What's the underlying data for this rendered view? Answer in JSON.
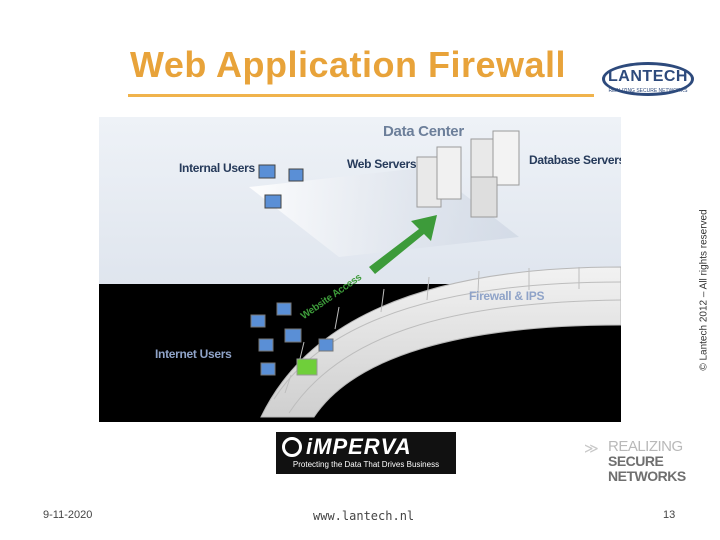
{
  "slide": {
    "title": "Web Application Firewall",
    "copyright": "© Lantech 2012 – All rights reserved"
  },
  "logo": {
    "name": "LANTECH",
    "tagline": "REALIZING SECURE NETWORKS"
  },
  "diagram": {
    "labels": {
      "data_center": "Data Center",
      "web_servers": "Web Servers",
      "database_servers": "Database Servers",
      "internal_users": "Internal Users",
      "internet_users": "Internet Users",
      "firewall_ips": "Firewall & IPS",
      "website_access": "Website Access"
    }
  },
  "imperva": {
    "brand": "iMPERVA",
    "tagline": "Protecting the Data That Drives Business"
  },
  "realizing": {
    "arrows": "≫",
    "line1": "REALIZING",
    "line2": "SECURE",
    "line3": "NETWORKS"
  },
  "footer": {
    "date": "9-11-2020",
    "url": "www.lantech.nl",
    "page": "13"
  },
  "colors": {
    "title": "#e8a33a",
    "brand_blue": "#2d4a7c",
    "access_arrow": "#3d9b3a"
  }
}
